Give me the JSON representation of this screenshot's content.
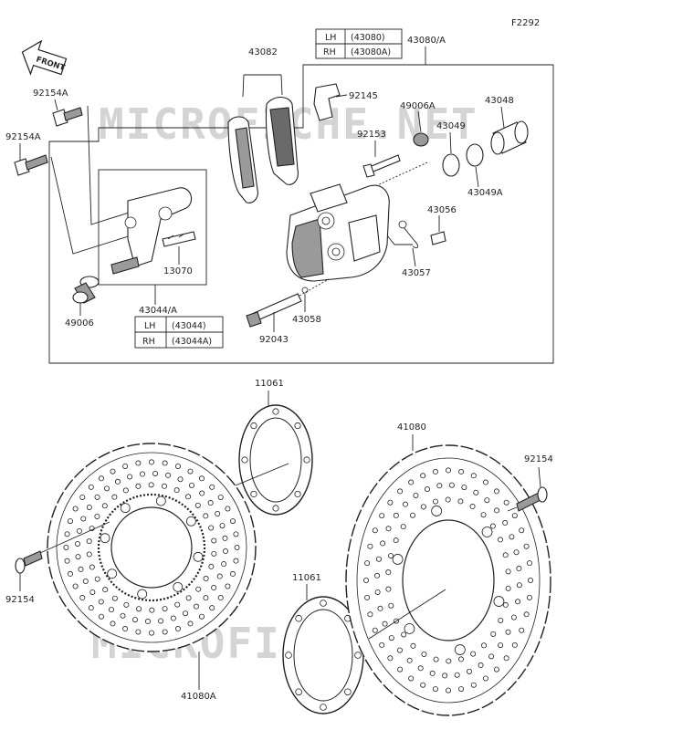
{
  "figure_code": "F2292",
  "front_badge": "FRONT",
  "watermark": "MICROFICHE.NET",
  "parts": {
    "p43080": "43080/A",
    "p43082": "43082",
    "p92145": "92145",
    "p49006A": "49006A",
    "p43048": "43048",
    "p43049": "43049",
    "p43049A": "43049A",
    "p92153": "92153",
    "p43056": "43056",
    "p43057": "43057",
    "p43058": "43058",
    "p92043": "92043",
    "p92154A_top": "92154A",
    "p92154A_mid": "92154A",
    "p13070": "13070",
    "p43044": "43044/A",
    "p49006": "49006",
    "p11061_top": "11061",
    "p11061_bot": "11061",
    "p41080": "41080",
    "p41080A": "41080A",
    "p92154_left": "92154",
    "p92154_right": "92154"
  },
  "caliper_table": {
    "rows": [
      {
        "side": "LH",
        "part": "(43080)"
      },
      {
        "side": "RH",
        "part": "(43080A)"
      }
    ]
  },
  "bracket_table": {
    "rows": [
      {
        "side": "LH",
        "part": "(43044)"
      },
      {
        "side": "RH",
        "part": "(43044A)"
      }
    ]
  }
}
